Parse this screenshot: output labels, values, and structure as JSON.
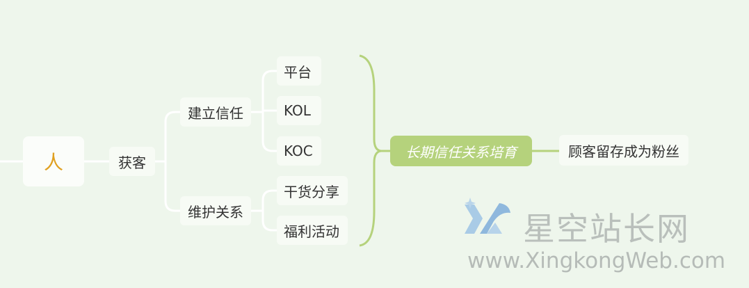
{
  "mindmap": {
    "root": "人",
    "level1": "获客",
    "branches": [
      {
        "label": "建立信任",
        "leaves": [
          "平台",
          "KOL",
          "KOC"
        ]
      },
      {
        "label": "维护关系",
        "leaves": [
          "干货分享",
          "福利活动"
        ]
      }
    ],
    "summary": "长期信任关系培育",
    "result": "顾客留存成为粉丝",
    "colors": {
      "background": "#eef6ec",
      "connector": "#ffffff",
      "summary_fill": "#b5d27c",
      "summary_bracket": "#b5d27c",
      "root_text": "#e0a020"
    }
  },
  "watermark": {
    "brand": "星空站长网",
    "url": "www.XingkongWeb.com",
    "logo_icon": "xk-logo-icon"
  }
}
